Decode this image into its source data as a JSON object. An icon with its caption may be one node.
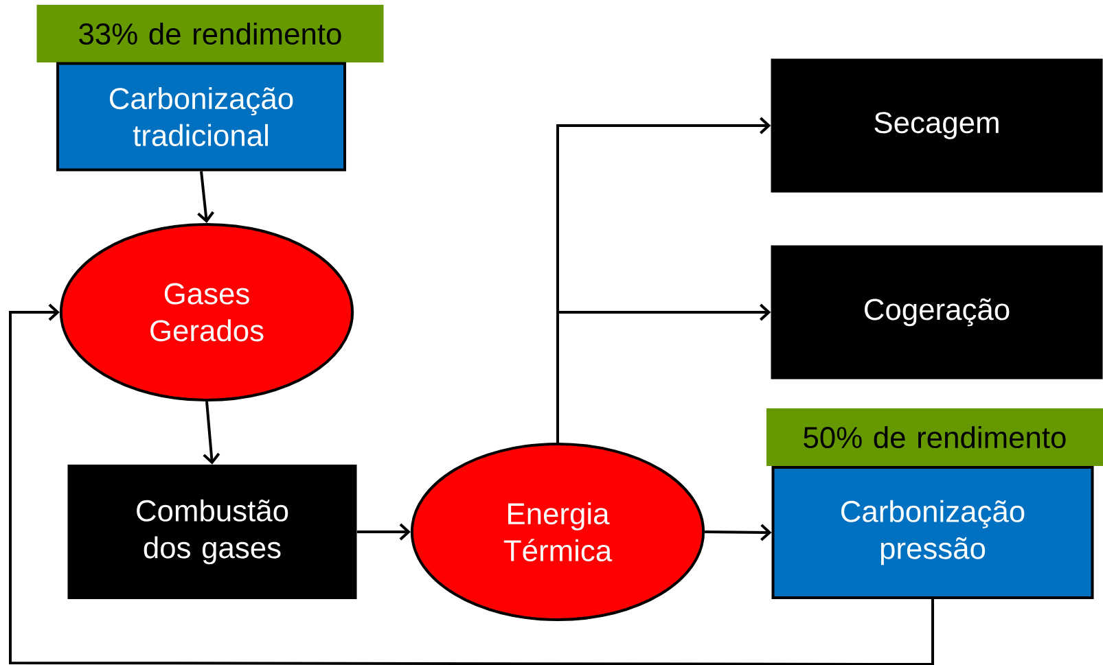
{
  "diagram": {
    "nodes": [
      {
        "text": [
          "33% de rendimento"
        ]
      },
      {
        "text": [
          "Carbonização tradicional"
        ]
      },
      {
        "text": [
          "Secagem"
        ]
      },
      {
        "text": [
          "Gases Gerados"
        ]
      },
      {
        "text": [
          "Cogeração"
        ]
      },
      {
        "text": [
          "50% de rendimento"
        ]
      },
      {
        "text": [
          "Combustão dos gases"
        ]
      },
      {
        "text": [
          "Energia Térmica"
        ]
      },
      {
        "text": [
          "Carbonização pressão"
        ]
      }
    ],
    "edges": [
      {
        "from": 1,
        "to": 3,
        "arrow": "to"
      },
      {
        "from": 3,
        "to": 6,
        "arrow": "to"
      },
      {
        "from": 6,
        "to": 7,
        "arrow": "to"
      },
      {
        "from": 7,
        "to": 8,
        "arrow": "to"
      },
      {
        "from": 7,
        "to": 2,
        "arrow": "to"
      },
      {
        "from": 7,
        "to": 4,
        "arrow": "to"
      },
      {
        "from": 8,
        "to": 3,
        "arrow": "to"
      }
    ]
  }
}
